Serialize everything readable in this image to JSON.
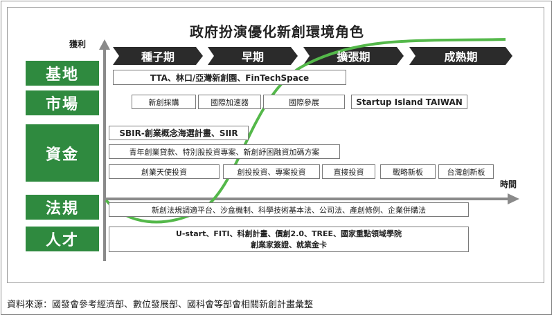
{
  "title": "政府扮演優化新創環境角色",
  "axes": {
    "y_label": "獲利",
    "x_label": "時間"
  },
  "stages": [
    "種子期",
    "早期",
    "擴張期",
    "成熟期"
  ],
  "categories": [
    "基地",
    "市場",
    "資金",
    "法規",
    "人才"
  ],
  "base": {
    "row1": "TTA、林口/亞灣新創園、FinTechSpace"
  },
  "market": [
    "新創採購",
    "國際加速器",
    "國際參展",
    "Startup Island TAIWAN"
  ],
  "funding": {
    "row1": "SBIR-創業概念海選計畫、SIIR",
    "row2": "青年創業貸款、特別股投資專案、新創紓困融資加碼方案",
    "row3": [
      "創業天使投資",
      "創投投資、專案投資",
      "直接投資",
      "戰略新板",
      "台灣創新板"
    ]
  },
  "law": {
    "row1": "新創法規調適平台、沙盒機制、科學技術基本法、公司法、產創條例、企業併購法"
  },
  "talent": {
    "line1": "U-start、FITI、科創計畫、價創2.0、TREE、國家重點領域學院",
    "line2": "創業家簽證、就業金卡"
  },
  "source": "資料來源：國發會參考經濟部、數位發展部、國科會等部會相關新創計畫彙整",
  "colors": {
    "green": "#2f8a3f",
    "curve": "#54b84a",
    "stage": "#2b2b2b"
  }
}
